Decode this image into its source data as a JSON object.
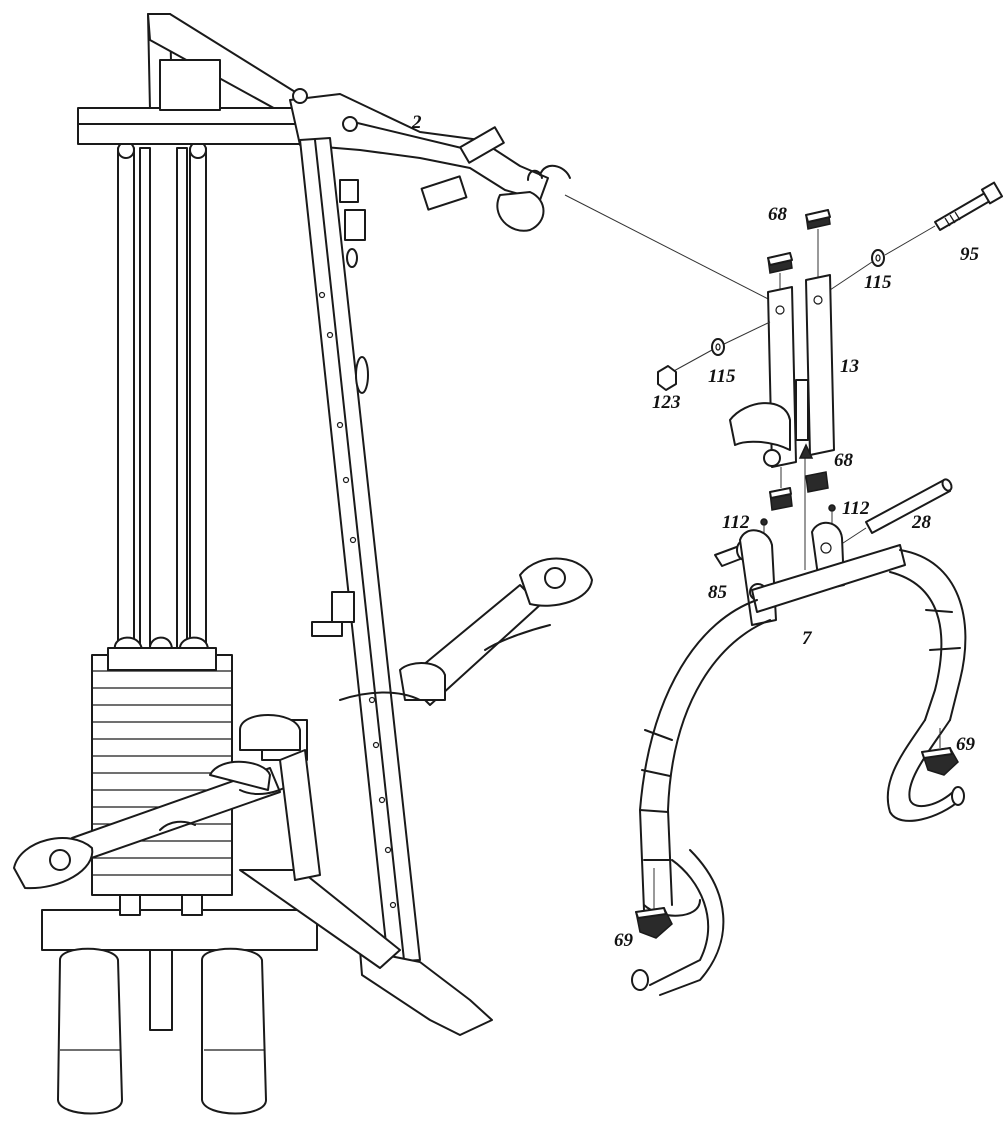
{
  "labels": {
    "frame_top": "2",
    "cap_top_left": "68",
    "bolt": "95",
    "washer_right": "115",
    "upright": "13",
    "washer_left": "115",
    "nut": "123",
    "cap_bottom": "68",
    "pin_left": "112",
    "pin_right": "112",
    "axle": "28",
    "pop_pin": "85",
    "base_frame": "7",
    "foot_cap_right": "69",
    "foot_cap_left": "69"
  }
}
